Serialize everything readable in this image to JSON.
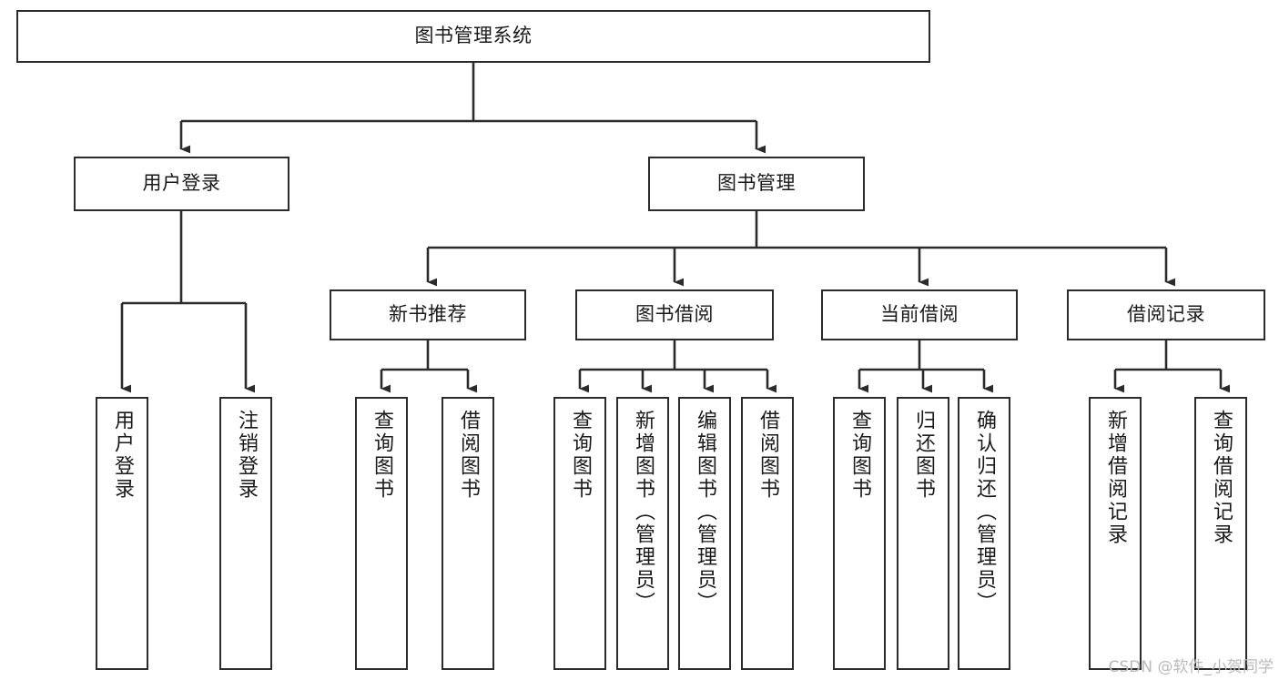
{
  "diagram": {
    "type": "tree-hierarchy-chart",
    "title": "图书管理系统",
    "colors": {
      "box_border": "#2b2b2b",
      "box_fill": "#ffffff",
      "connector": "#2b2b2b",
      "text": "#1a1a1a",
      "watermark": "#b9b9b9",
      "background": "#ffffff"
    },
    "root": {
      "label": "图书管理系统"
    },
    "level1": [
      {
        "label": "用户登录"
      },
      {
        "label": "图书管理"
      }
    ],
    "level2": [
      {
        "label": "新书推荐"
      },
      {
        "label": "图书借阅"
      },
      {
        "label": "当前借阅"
      },
      {
        "label": "借阅记录"
      }
    ],
    "leaves": {
      "user_login": [
        {
          "label": "用户登录"
        },
        {
          "label": "注销登录"
        }
      ],
      "new_book_recommend": [
        {
          "label": "查询图书"
        },
        {
          "label": "借阅图书"
        }
      ],
      "book_borrow": [
        {
          "label": "查询图书"
        },
        {
          "label": "新增图书（管理员）"
        },
        {
          "label": "编辑图书（管理员）"
        },
        {
          "label": "借阅图书"
        }
      ],
      "current_borrow": [
        {
          "label": "查询图书"
        },
        {
          "label": "归还图书"
        },
        {
          "label": "确认归还（管理员）"
        }
      ],
      "borrow_record": [
        {
          "label": "新增借阅记录"
        },
        {
          "label": "查询借阅记录"
        }
      ]
    }
  },
  "watermark": {
    "text": "CSDN @软件_小贺同学"
  }
}
